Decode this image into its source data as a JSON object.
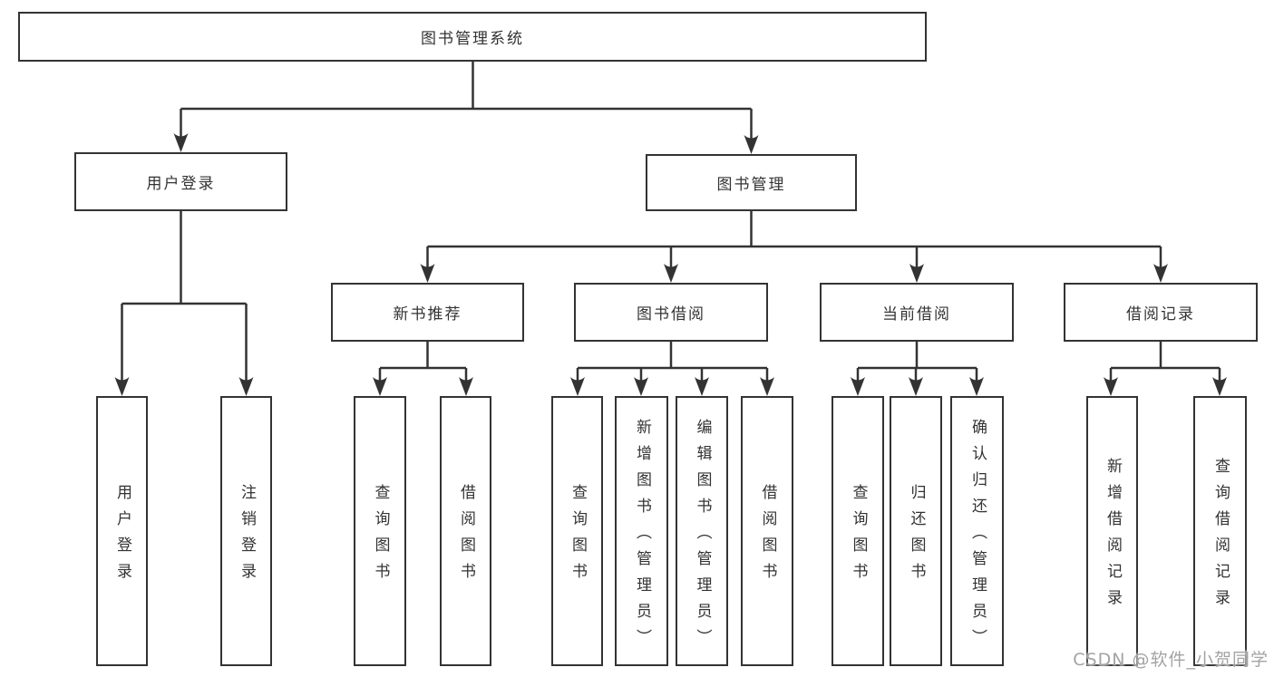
{
  "colors": {
    "line": "#333333",
    "box_border": "#333333",
    "box_fill": "#ffffff",
    "text": "#333333",
    "background": "#ffffff",
    "watermark": "#a3a3a3"
  },
  "diagram": {
    "root": "图书管理系统",
    "user_login": {
      "label": "用户登录",
      "children": [
        "用户登录",
        "注销登录"
      ]
    },
    "book_mgmt": {
      "label": "图书管理",
      "children": [
        {
          "label": "新书推荐",
          "children": [
            "查询图书",
            "借阅图书"
          ]
        },
        {
          "label": "图书借阅",
          "children": [
            "查询图书",
            "新增图书（管理员）",
            "编辑图书（管理员）",
            "借阅图书"
          ]
        },
        {
          "label": "当前借阅",
          "children": [
            "查询图书",
            "归还图书",
            "确认归还（管理员）"
          ]
        },
        {
          "label": "借阅记录",
          "children": [
            "新增借阅记录",
            "查询借阅记录"
          ]
        }
      ]
    }
  },
  "watermark": {
    "text": "CSDN @软件_小贺同学"
  }
}
